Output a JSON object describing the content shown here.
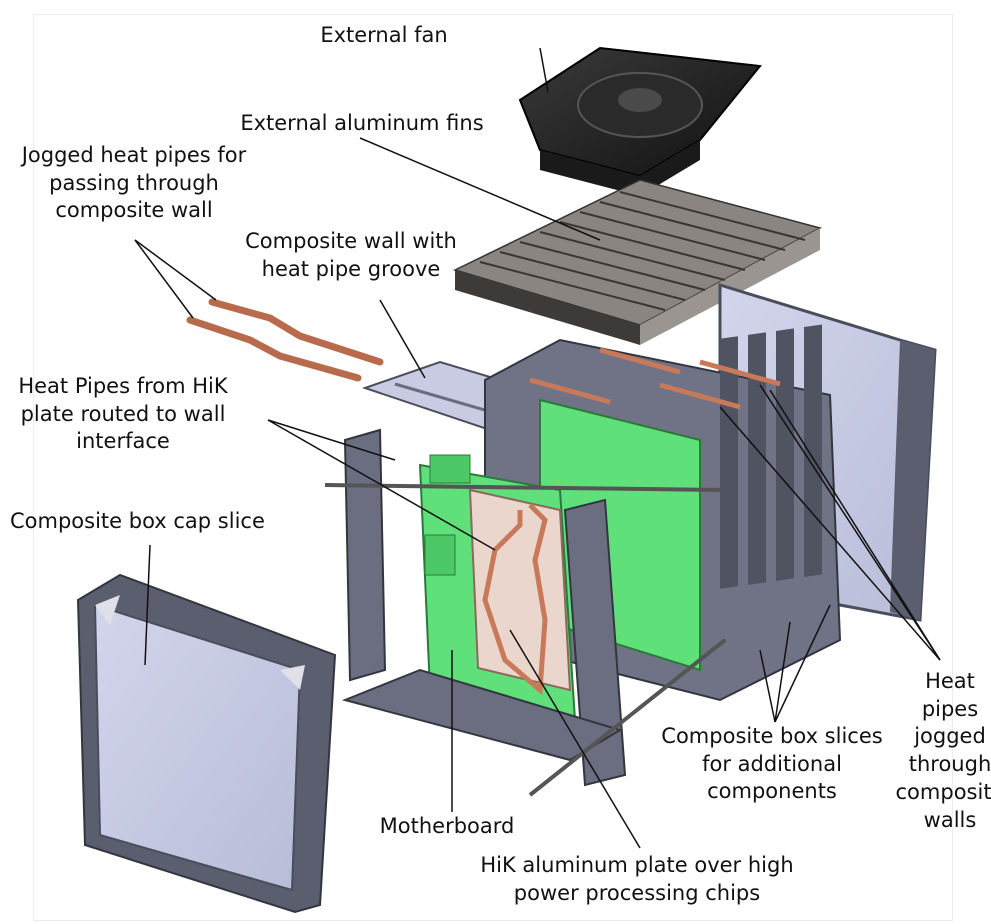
{
  "labels": {
    "external_fan": "External fan",
    "external_fins": "External aluminum fins",
    "jogged_heat_pipes": "Jogged heat pipes for passing through composite wall",
    "composite_wall_groove": "Composite wall with heat pipe groove",
    "heat_pipes_hik": "Heat Pipes from HiK plate routed to wall interface",
    "box_cap_slice": "Composite box cap slice",
    "heat_pipes_jogged": "Heat pipes jogged through composite walls",
    "box_slices": "Composite box slices for additional components",
    "motherboard": "Motherboard",
    "hik_plate": "HiK aluminum plate over high power processing chips"
  },
  "colors": {
    "panel": "#c9cbe3",
    "frame": "#5a5e6e",
    "board": "#5fe07a",
    "plate": "#ead6cc",
    "copper": "#c8795a",
    "fins": "#5b5753"
  }
}
